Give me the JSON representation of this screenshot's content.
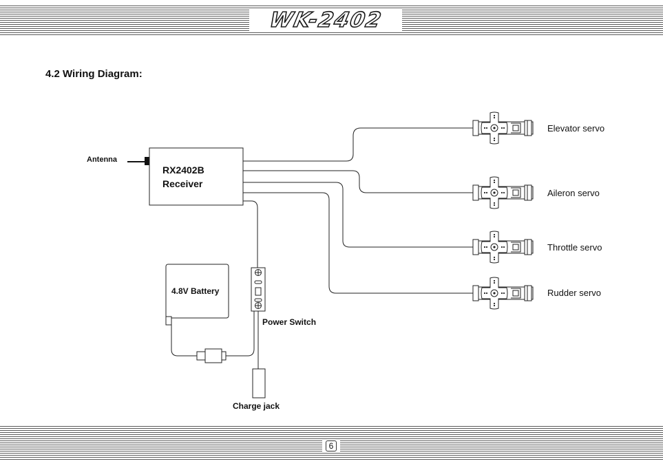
{
  "header": {
    "title": "WK-2402"
  },
  "section": {
    "heading": "4.2 Wiring Diagram:"
  },
  "diagram": {
    "antenna_label": "Antenna",
    "receiver": {
      "line1": "RX2402B",
      "line2": "Receiver"
    },
    "battery_label": "4.8V Battery",
    "power_switch_label": "Power Switch",
    "charge_jack_label": "Charge jack",
    "servos": {
      "elevator": "Elevator servo",
      "aileron": "Aileron servo",
      "throttle": "Throttle servo",
      "rudder": "Rudder servo"
    }
  },
  "footer": {
    "page_number": "6"
  }
}
